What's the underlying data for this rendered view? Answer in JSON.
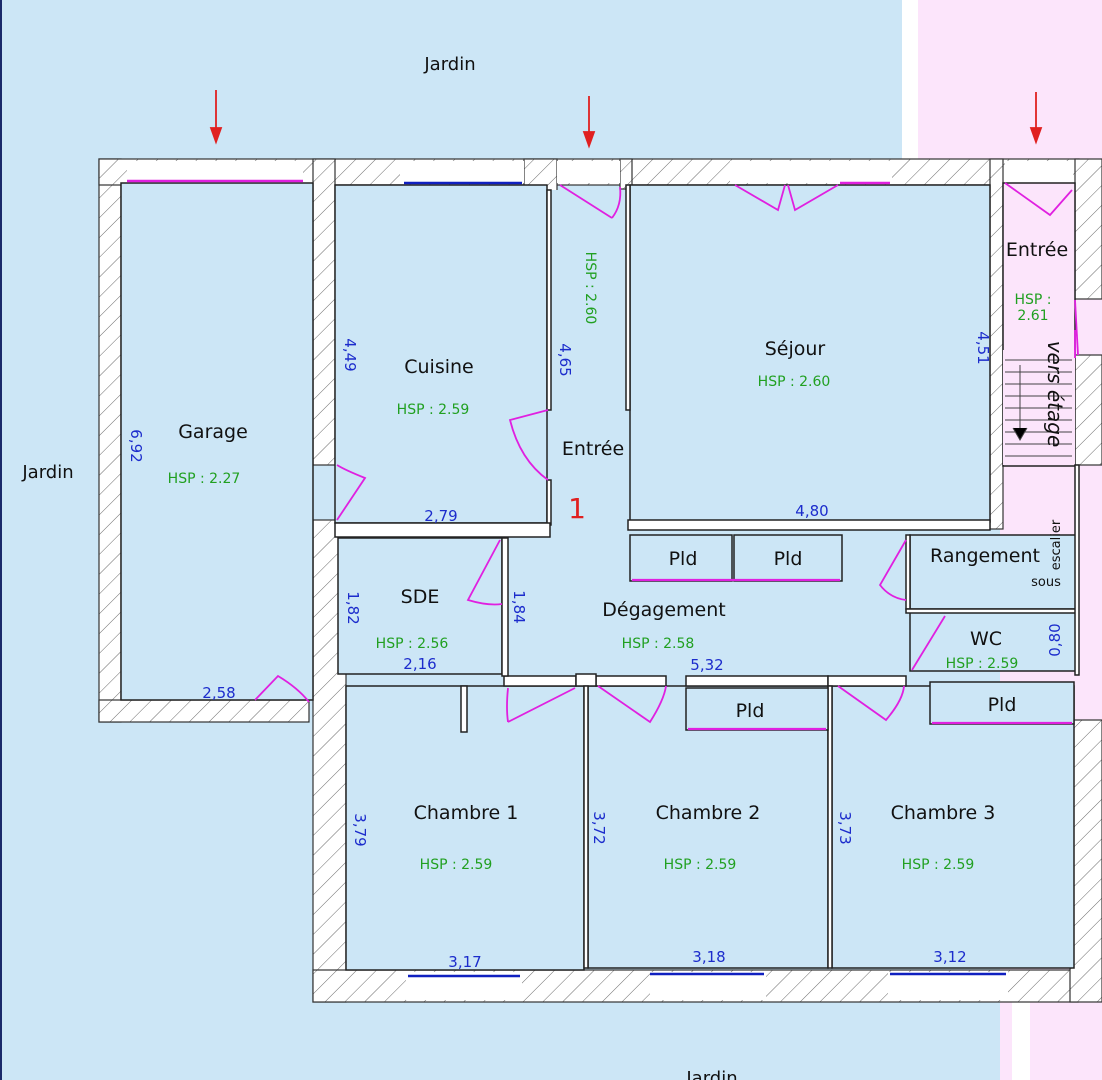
{
  "gardens": {
    "top": "Jardin",
    "left": "Jardin",
    "bottom": "Jardin"
  },
  "stair": {
    "label": "vers étage",
    "under_label": "sous",
    "under_label2": "escalier"
  },
  "marker": "1",
  "rooms": [
    {
      "key": "garage",
      "name": "Garage",
      "hsp": "HSP : 2.27"
    },
    {
      "key": "cuisine",
      "name": "Cuisine",
      "hsp": "HSP : 2.59"
    },
    {
      "key": "entree_center",
      "name": "Entrée",
      "hsp": "HSP : 2.60"
    },
    {
      "key": "sejour",
      "name": "Séjour",
      "hsp": "HSP : 2.60"
    },
    {
      "key": "entree_right",
      "name": "Entrée",
      "hsp": "HSP : 2.61"
    },
    {
      "key": "sde",
      "name": "SDE",
      "hsp": "HSP : 2.56"
    },
    {
      "key": "degagement",
      "name": "Dégagement",
      "hsp": "HSP : 2.58"
    },
    {
      "key": "rangement",
      "name": "Rangement",
      "hsp": ""
    },
    {
      "key": "wc",
      "name": "WC",
      "hsp": "HSP : 2.59"
    },
    {
      "key": "chambre1",
      "name": "Chambre 1",
      "hsp": "HSP : 2.59"
    },
    {
      "key": "chambre2",
      "name": "Chambre 2",
      "hsp": "HSP : 2.59"
    },
    {
      "key": "chambre3",
      "name": "Chambre 3",
      "hsp": "HSP : 2.59"
    }
  ],
  "closets": [
    "Pld",
    "Pld",
    "Pld",
    "Pld"
  ],
  "dimensions": {
    "garage_h": "6,92",
    "garage_w": "2,58",
    "cuisine_h": "4,49",
    "cuisine_w": "2,79",
    "entree_h": "4,65",
    "sejour_h": "4,51",
    "sejour_w": "4,80",
    "sde_h": "1,82",
    "sde_w": "2,16",
    "sde_h2": "1,84",
    "degagement_w": "5,32",
    "wc_h": "0,80",
    "chambre1_h": "3,79",
    "chambre1_w": "3,17",
    "chambre2_h": "3,72",
    "chambre2_w": "3,18",
    "chambre3_h": "3,73",
    "chambre3_w": "3,12"
  },
  "colors": {
    "background": "#cce6f6",
    "neighbor": "#fce5fb",
    "wall": "#ffffff",
    "door": "#e020e0",
    "window": "#1020c0",
    "arrow": "#e02020",
    "dimension": "#1c2ccc",
    "hsp": "#21a021"
  }
}
